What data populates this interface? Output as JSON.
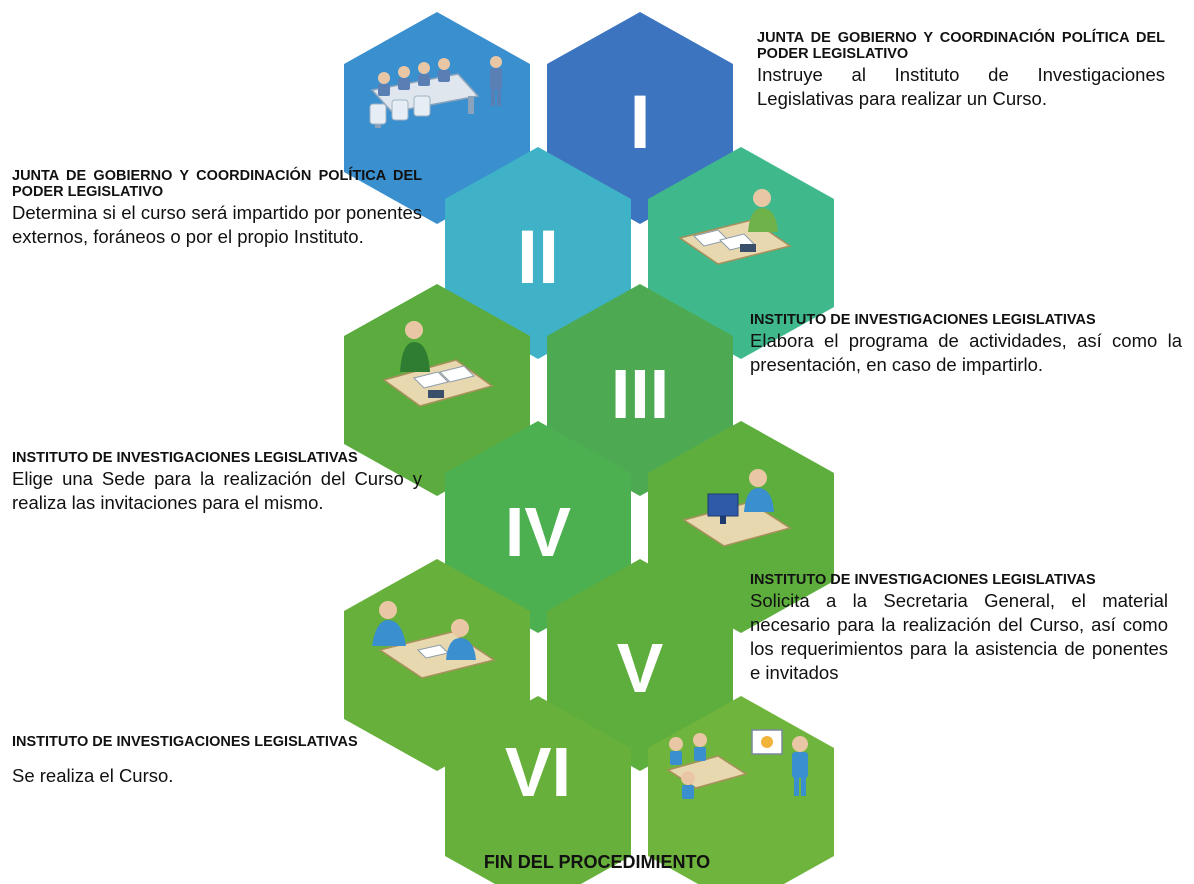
{
  "colors": {
    "blue_dark": "#3d74bf",
    "blue": "#3a8fcf",
    "teal": "#3fb2c7",
    "green_teal": "#3fb88c",
    "green": "#5bab3e",
    "green_light": "#6fb43c"
  },
  "steps": [
    {
      "numeral": "I",
      "icon": "meeting-table-icon",
      "heading": "JUNTA DE GOBIERNO Y COORDINACIÓN POLÍTICA DEL PODER LEGISLATIVO",
      "text": "Instruye al Instituto de Investigaciones Legislativas para realizar un Curso."
    },
    {
      "numeral": "II",
      "icon": "desk-documents-icon",
      "heading": "JUNTA DE GOBIERNO Y COORDINACIÓN POLÍTICA DEL PODER LEGISLATIVO",
      "text": "Determina si el curso será impartido por ponentes externos, foráneos o por el propio Instituto."
    },
    {
      "numeral": "III",
      "icon": "person-writing-icon",
      "heading": "INSTITUTO DE INVESTIGACIONES LEGISLATIVAS",
      "text": "Elabora el programa de actividades, así como la presentación, en caso de impartirlo."
    },
    {
      "numeral": "IV",
      "icon": "computer-user-icon",
      "heading": "INSTITUTO DE INVESTIGACIONES LEGISLATIVAS",
      "text": "Elige una Sede para la realización del Curso y realiza las invitaciones para el mismo."
    },
    {
      "numeral": "V",
      "icon": "two-people-desk-icon",
      "heading": "INSTITUTO DE INVESTIGACIONES LEGISLATIVAS",
      "text": "Solicita a la Secretaria General, el material necesario para la realización del Curso, así como los requerimientos para la asistencia de ponentes e invitados"
    },
    {
      "numeral": "VI",
      "icon": "presentation-course-icon",
      "heading": "INSTITUTO DE INVESTIGACIONES LEGISLATIVAS",
      "text": "Se realiza el Curso."
    }
  ],
  "footer": "FIN DEL PROCEDIMIENTO"
}
